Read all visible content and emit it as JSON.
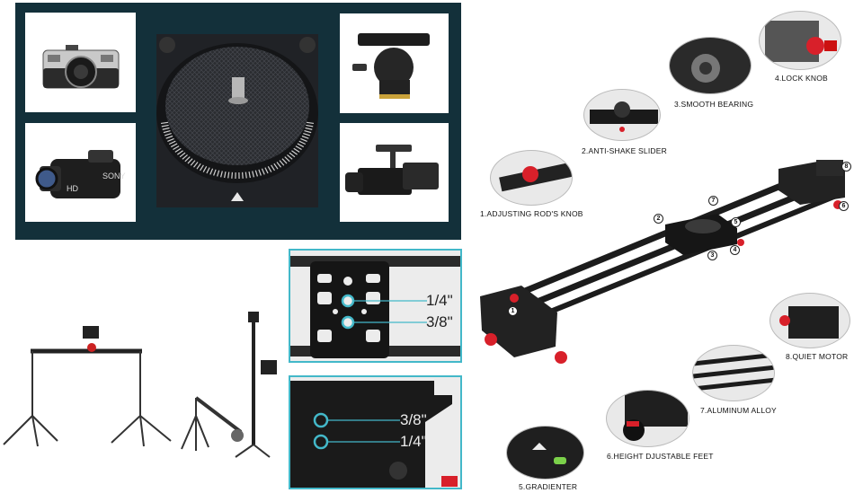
{
  "hole_labels": {
    "top_quarter": "1/4\"",
    "top_three_eighths": "3/8\"",
    "bottom_three_eighths": "3/8\"",
    "bottom_quarter": "1/4\""
  },
  "features": [
    {
      "label": "1.ADJUSTING ROD'S KNOB"
    },
    {
      "label": "2.ANTI-SHAKE SLIDER"
    },
    {
      "label": "3.SMOOTH BEARING"
    },
    {
      "label": "4.LOCK KNOB"
    },
    {
      "label": "5.GRADIENTER"
    },
    {
      "label": "6.HEIGHT  DJUSTABLE FEET"
    },
    {
      "label": "7.ALUMINUM ALLOY"
    },
    {
      "label": "8.QUIET MOTOR"
    }
  ],
  "callout_numbers": [
    "1",
    "2",
    "3",
    "4",
    "5",
    "6",
    "7",
    "8"
  ],
  "camera_brand": "SONY",
  "camcorder_badge": "HD",
  "colors": {
    "panel": "#13303a",
    "accent_teal": "#43b8c9",
    "knob_red": "#d8202a",
    "rail": "#1c1c1c"
  }
}
